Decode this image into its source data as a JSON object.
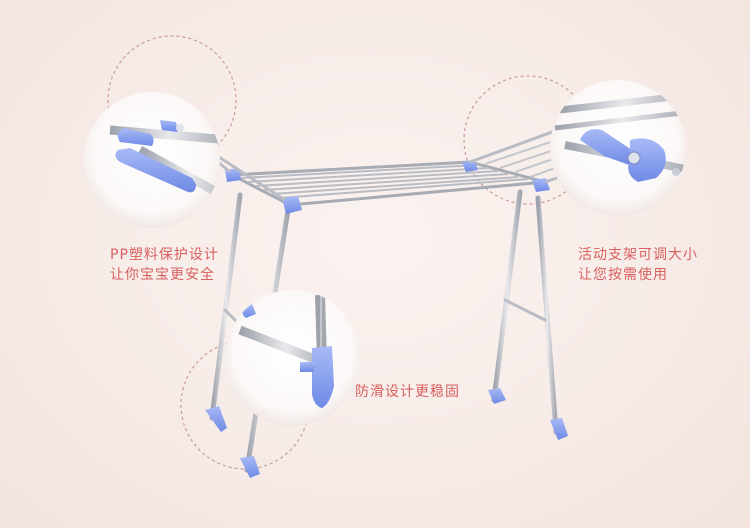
{
  "callouts": {
    "left": {
      "line1": "PP塑料保护设计",
      "line2": "让你宝宝更安全"
    },
    "right": {
      "line1": "活动支架可调大小",
      "line2": "让您按需使用"
    },
    "bottom": {
      "line1": "防滑设计更稳固"
    }
  },
  "colors": {
    "text_accent": "#d8605f",
    "plastic_blue": "#8aa3f0",
    "steel": "#b9bcc4",
    "background": "#f6ebe7",
    "dashed_circle": "#c99a9a"
  }
}
